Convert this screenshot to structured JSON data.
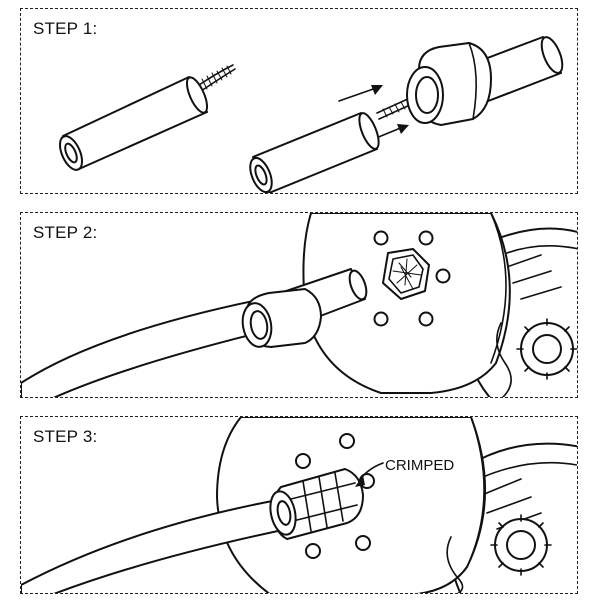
{
  "steps": [
    {
      "label": "STEP 1:"
    },
    {
      "label": "STEP 2:"
    },
    {
      "label": "STEP 3:",
      "callout": "CRIMPED"
    }
  ],
  "icons": {
    "wire": "stripped-wire-icon",
    "ferrule": "ferrule-icon",
    "tool": "crimping-tool-die-icon",
    "arrows": "insert-arrow-icon"
  },
  "colors": {
    "line": "#111111",
    "background": "#ffffff"
  }
}
